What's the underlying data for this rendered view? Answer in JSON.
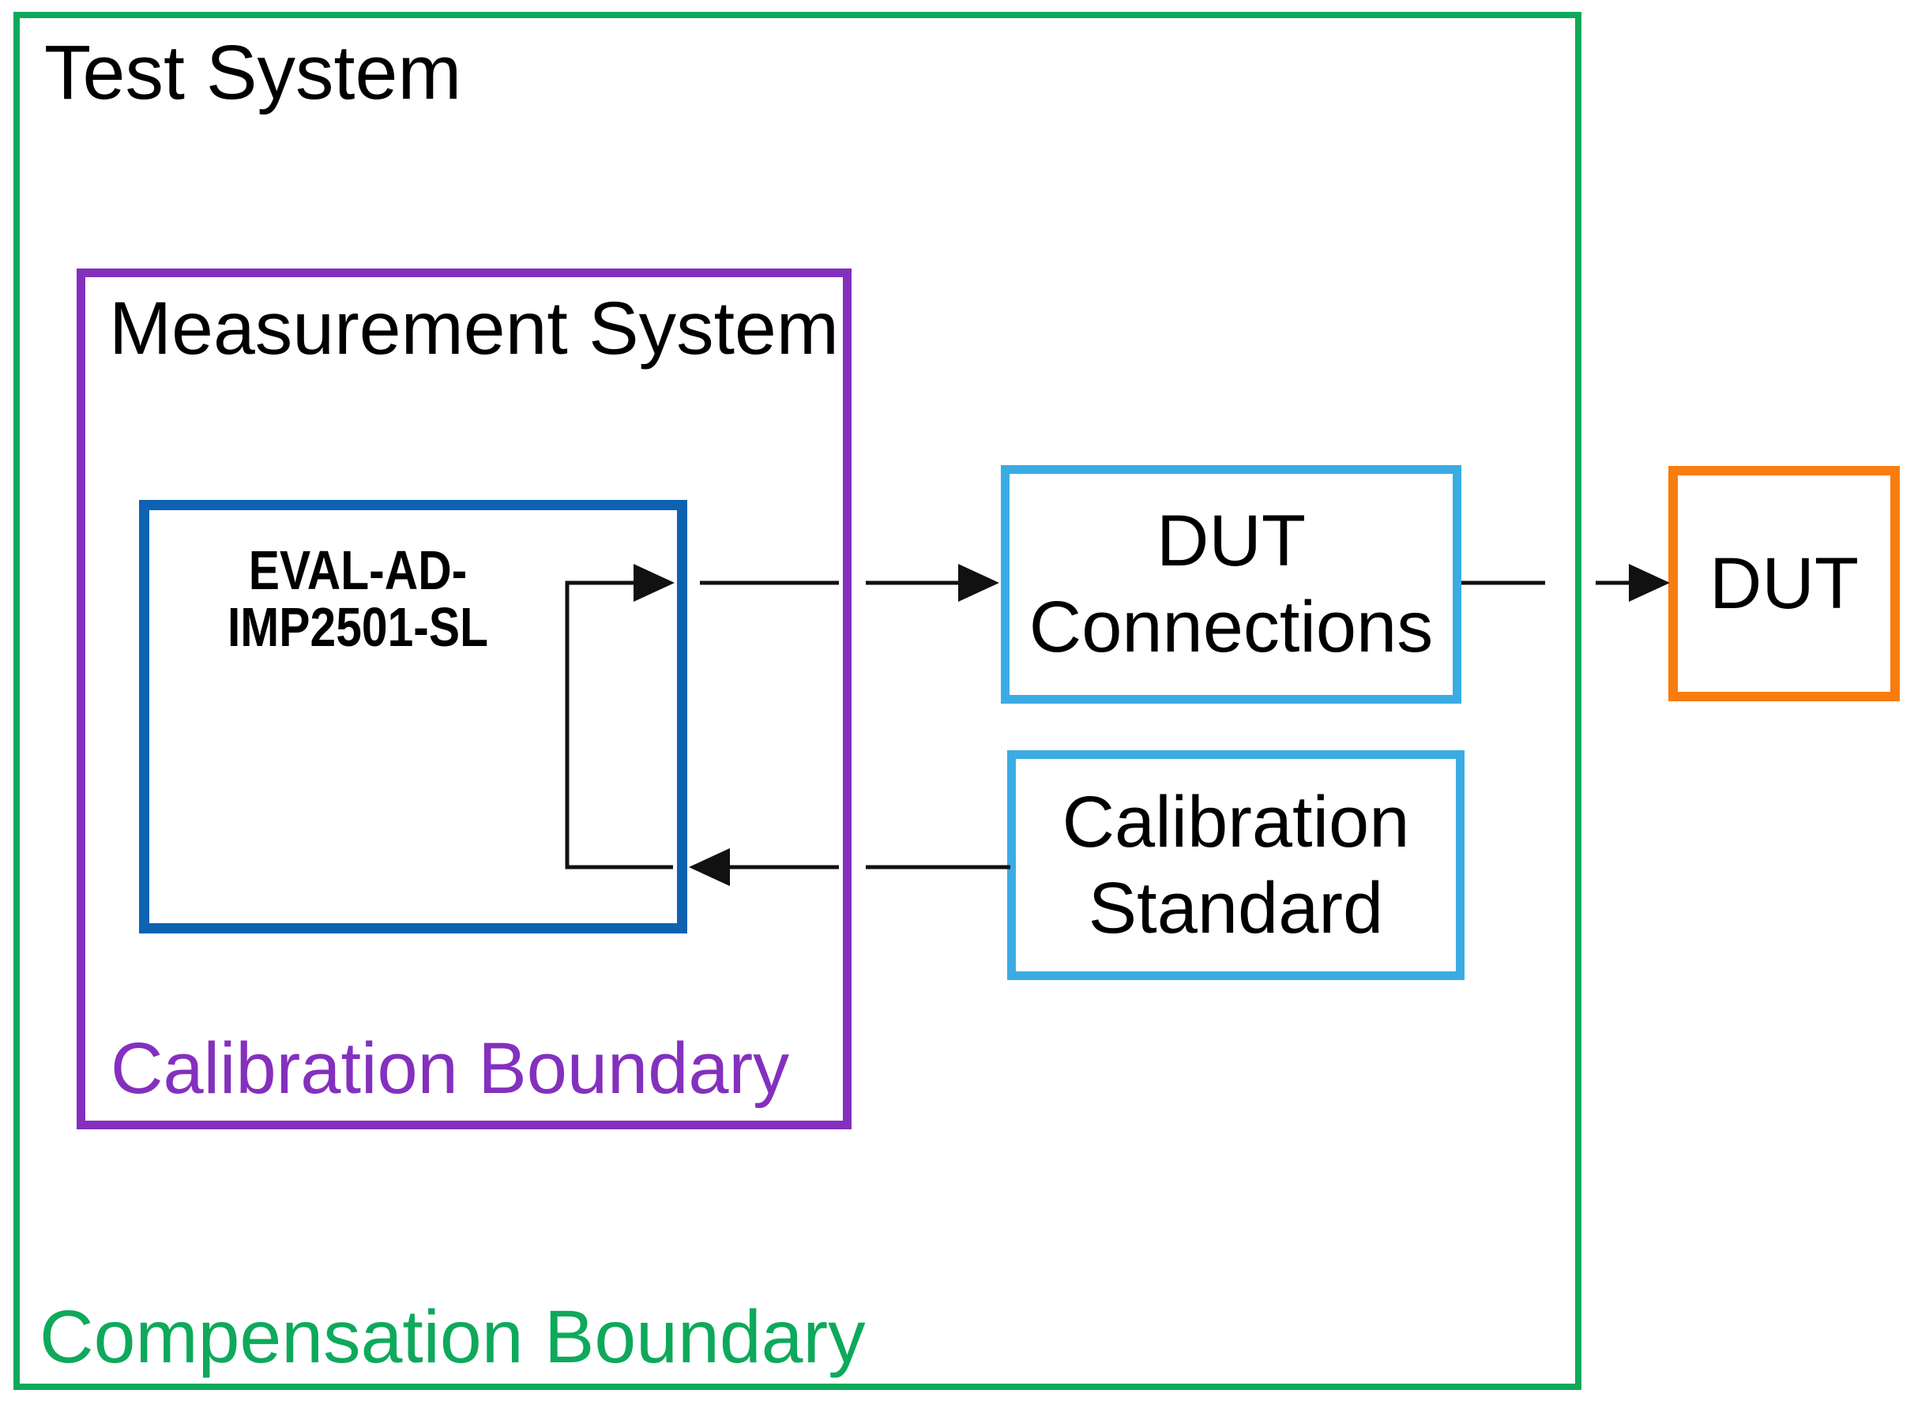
{
  "colors": {
    "green": "#0EA95B",
    "purple": "#8430BE",
    "blue": "#0E62B2",
    "light_blue": "#3AACE3",
    "orange": "#F97C0E",
    "black": "#111111"
  },
  "boundaries": {
    "test_system": {
      "label": "Test System"
    },
    "compensation": {
      "label": "Compensation Boundary"
    },
    "measurement_system": {
      "label": "Measurement System"
    },
    "calibration": {
      "label": "Calibration Boundary"
    }
  },
  "nodes": {
    "eval_board": {
      "line1": "EVAL-AD-",
      "line2": "IMP2501-SL"
    },
    "dut_connections": {
      "line1": "DUT",
      "line2": "Connections"
    },
    "calibration_standard": {
      "line1": "Calibration",
      "line2": "Standard"
    },
    "dut": {
      "label": "DUT"
    }
  },
  "arrows": [
    {
      "name": "eval-feedback-loop",
      "description": "loop from bottom of EVAL board back to its output"
    },
    {
      "name": "eval-to-dut-connections",
      "description": "signal from EVAL board to DUT Connections crossing calibration boundary"
    },
    {
      "name": "dut-connections-to-dut",
      "description": "signal from DUT Connections to DUT crossing compensation boundary"
    },
    {
      "name": "calibration-standard-to-eval",
      "description": "return path from Calibration Standard into EVAL board"
    }
  ]
}
